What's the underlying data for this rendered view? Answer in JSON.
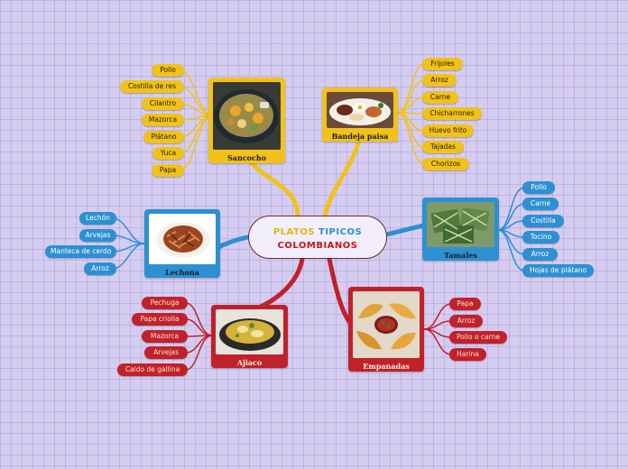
{
  "center": {
    "line1_a": "PLATOS",
    "line1_b": "TIPICOS",
    "line2": "COLOMBIANOS"
  },
  "colors": {
    "yellow": "#f1c21b",
    "blue": "#2c90d3",
    "red": "#c1212b",
    "center_border": "#6a2a26"
  },
  "dishes": [
    {
      "name": "Sancocho",
      "color": "yellow",
      "image": "soup-pot-image",
      "ingredients": [
        "Pollo",
        "Costilla de res",
        "Cilantro",
        "Mazorca",
        "Plátano",
        "Yuca",
        "Papa"
      ]
    },
    {
      "name": "Bandeja paisa",
      "color": "yellow",
      "image": "platter-image",
      "ingredients": [
        "Frijoles",
        "Arroz",
        "Carne",
        "Chicharrones",
        "Huevo frito",
        "Tajadas",
        "Chorizos"
      ]
    },
    {
      "name": "Lechona",
      "color": "blue",
      "image": "shredded-pork-image",
      "ingredients": [
        "Lechón",
        "Arvejas",
        "Manteca de cerdo",
        "Arroz"
      ]
    },
    {
      "name": "Tamales",
      "color": "blue",
      "image": "leaf-wrapped-tamales-image",
      "ingredients": [
        "Pollo",
        "Carne",
        "Costilla",
        "Tocino",
        "Arroz",
        "Hojas de plátano"
      ]
    },
    {
      "name": "Ajiaco",
      "color": "red",
      "image": "ajiaco-bowl-image",
      "ingredients": [
        "Pechuga",
        "Papa criolla",
        "Mazorca",
        "Arvejas",
        "Caldo de gallina"
      ]
    },
    {
      "name": "Empanadas",
      "color": "red",
      "image": "empanadas-plate-image",
      "ingredients": [
        "Papa",
        "Arroz",
        "Pollo o carne",
        "Harina"
      ]
    }
  ]
}
